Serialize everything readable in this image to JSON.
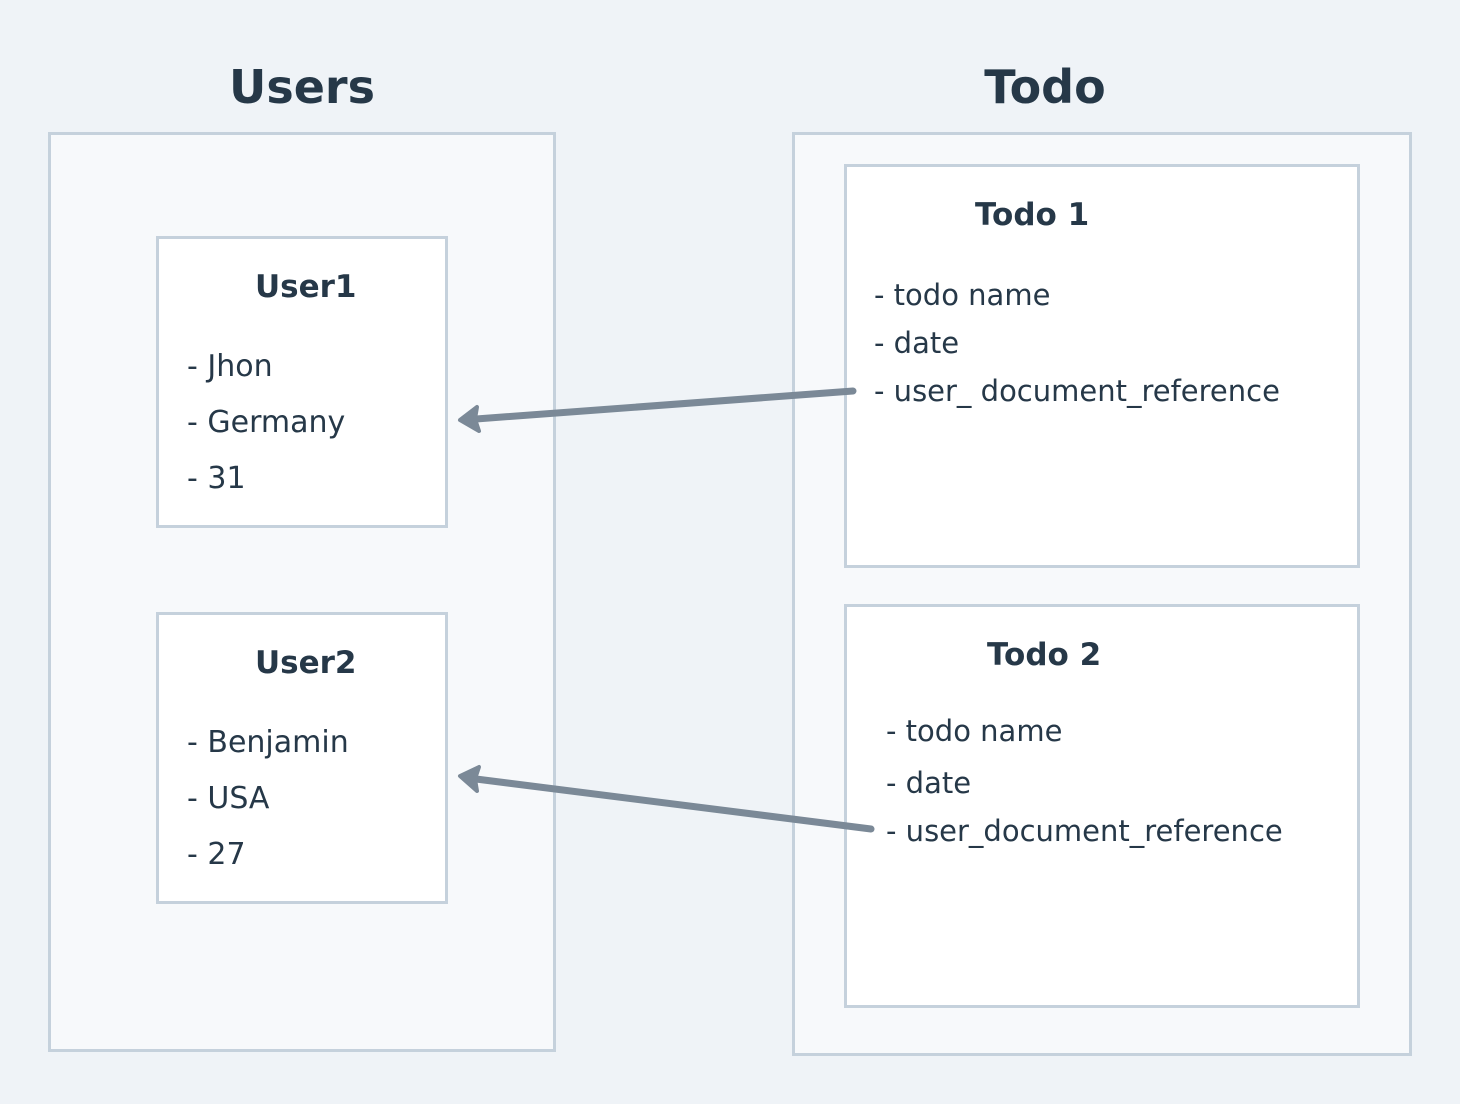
{
  "headings": {
    "users": "Users",
    "todo": "Todo"
  },
  "users": [
    {
      "title": "User1",
      "fields": [
        "- Jhon",
        "- Germany",
        "- 31"
      ]
    },
    {
      "title": "User2",
      "fields": [
        "- Benjamin",
        "- USA",
        "- 27"
      ]
    }
  ],
  "todos": [
    {
      "title": "Todo 1",
      "fields": [
        "- todo name",
        "- date",
        "- user_ document_reference"
      ]
    },
    {
      "title": "Todo 2",
      "fields": [
        "- todo name",
        "- date",
        "- user_document_reference"
      ]
    }
  ],
  "colors": {
    "background": "#eff3f7",
    "panel": "#f7f9fb",
    "border": "#c5d1dc",
    "text": "#263848",
    "arrow": "#7b8997"
  }
}
